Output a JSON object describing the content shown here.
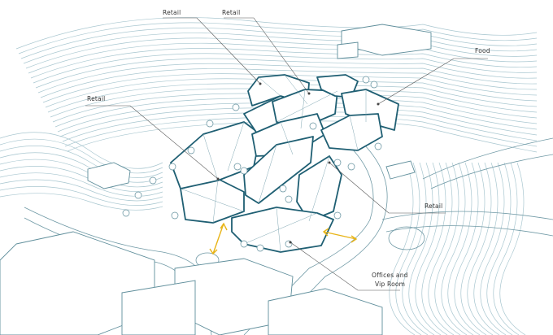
{
  "labels": {
    "retail_top_left": "Retail",
    "retail_top_right": "Retail",
    "food": "Food",
    "retail_left": "Retail",
    "retail_right": "Retail",
    "offices_line1": "Offices and",
    "offices_line2": "Vip Room"
  },
  "colors": {
    "building": "#1f5f73",
    "contour": "#a9c7d0",
    "access_arrow": "#e8b417"
  }
}
